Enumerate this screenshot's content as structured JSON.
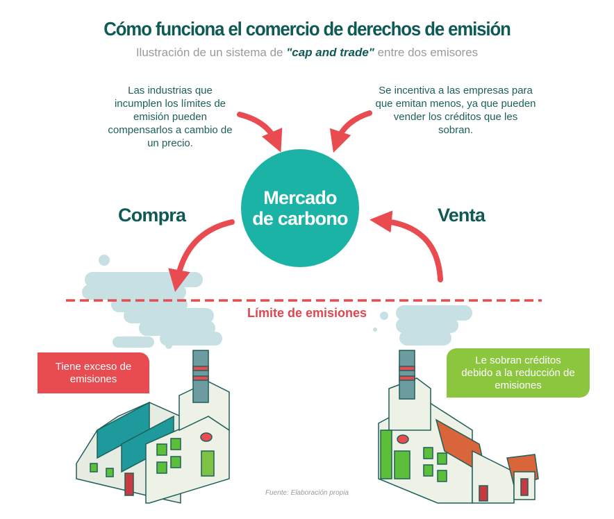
{
  "header": {
    "title": "Cómo funciona el comercio de derechos de emisión",
    "subtitle_pre": "Ilustración de un sistema de ",
    "subtitle_em": "\"cap and trade\"",
    "subtitle_post": " entre dos emisores"
  },
  "notes": {
    "left": "Las industrias que incumplen los límites de emisión pueden compensarlos a cambio de un precio.",
    "right": "Se incentiva a las empresas para que emitan menos, ya que pueden vender los créditos que les sobran."
  },
  "market": {
    "line1": "Mercado",
    "line2": "de carbono"
  },
  "sides": {
    "buy": "Compra",
    "sell": "Venta"
  },
  "limit": "Límite de emisiones",
  "emitters": {
    "left": "Tiene exceso de emisiones",
    "right": "Le sobran créditos debido a la reducción de emisiones"
  },
  "source": "Fuente: Elaboración propia",
  "colors": {
    "teal": "#1bb3a6",
    "dark_teal": "#0f5a55",
    "red": "#e84b50",
    "green": "#8cc63f",
    "smoke": "#c6e0e4"
  }
}
